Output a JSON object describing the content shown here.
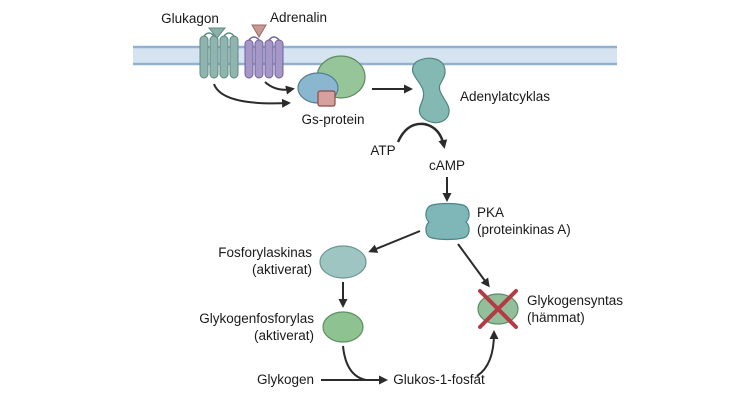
{
  "labels": {
    "glucagon": "Glukagon",
    "adrenaline": "Adrenalin",
    "gs_protein": "Gs-protein",
    "adenylate_cyclase": "Adenylatcyklas",
    "atp": "ATP",
    "camp": "cAMP",
    "pka_line1": "PKA",
    "pka_line2": "(proteinkinas A)",
    "phosphorylase_kinase_line1": "Fosforylaskinas",
    "phosphorylase_kinase_line2": "(aktiverat)",
    "glycogen_phosphorylase_line1": "Glykogenfosforylas",
    "glycogen_phosphorylase_line2": "(aktiverat)",
    "glycogen_synthase_line1": "Glykogensyntas",
    "glycogen_synthase_line2": "(hämmat)",
    "glycogen": "Glykogen",
    "glucose_1_phosphate": "Glukos-1-fosfat"
  },
  "colors": {
    "membrane_fill": "#cfdff0",
    "membrane_line": "#94b3d2",
    "glucagon_receptor": "#8fb5ae",
    "adrenaline_receptor": "#a597c8",
    "ligand_glucagon": "#8ab0a8",
    "ligand_adrenaline": "#c79791",
    "gs_alpha": "#8ab6cf",
    "gs_beta": "#97c59a",
    "gs_gamma": "#d5a09d",
    "adenylate_cyclase": "#83b9b2",
    "pka": "#7fb6b7",
    "phosphorylase_kinase": "#9ec5c1",
    "glycogen_phosphorylase": "#8ec391",
    "glycogen_synthase": "#92bf99",
    "inhibition_cross": "#b43b44",
    "arrow": "#2b2b2b"
  }
}
